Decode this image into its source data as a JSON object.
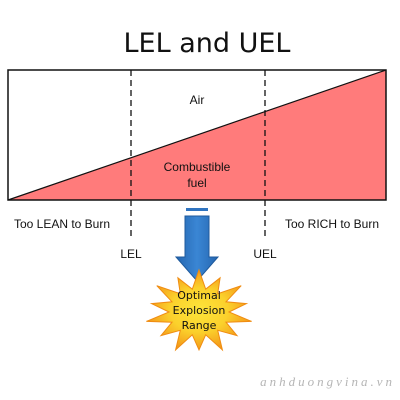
{
  "title": "LEL and UEL",
  "regions": {
    "air": "Air",
    "fuel_line1": "Combustible",
    "fuel_line2": "fuel"
  },
  "zones": {
    "lean": "Too LEAN to Burn",
    "rich": "Too RICH to Burn"
  },
  "limits": {
    "lower": "LEL",
    "upper": "UEL"
  },
  "explosion": {
    "line1": "Optimal",
    "line2": "Explosion",
    "line3": "Range"
  },
  "watermark": "anhduongvina.vn",
  "colors": {
    "fuel_fill": "#ff7b7b",
    "arrow": "#2f74c0",
    "star_outer": "#f7a21b",
    "star_inner": "#fde43a"
  },
  "icons": {
    "arrow": "down-arrow-icon",
    "burst": "starburst-icon"
  }
}
